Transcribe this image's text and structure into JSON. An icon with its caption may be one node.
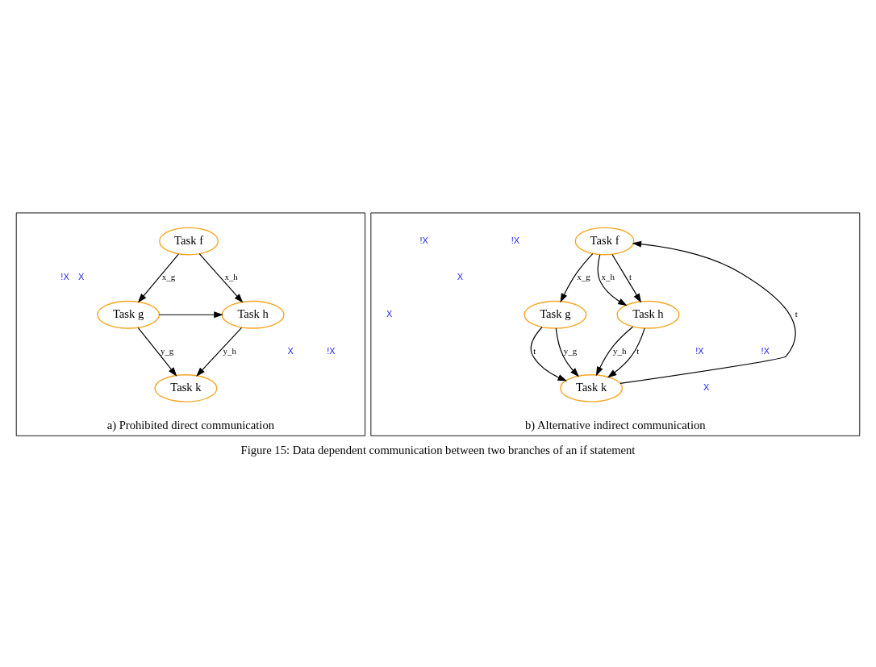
{
  "diagram": {
    "caption": "Figure 15: Data dependent communication between two branches of an if statement",
    "nodes": [
      {
        "text": [
          "a) Prohibited direct communication"
        ]
      },
      {
        "text": [
          "Task f"
        ],
        "in": 0
      },
      {
        "text": [
          "Task g"
        ],
        "in": 0
      },
      {
        "text": [
          "Task h"
        ],
        "in": 0
      },
      {
        "text": [
          "Task k"
        ],
        "in": 0
      },
      {
        "text": [
          "b) Alternative indirect communication"
        ]
      },
      {
        "text": [
          "Task f"
        ],
        "in": 5
      },
      {
        "text": [
          "Task g"
        ],
        "in": 5
      },
      {
        "text": [
          "Task h"
        ],
        "in": 5
      },
      {
        "text": [
          "Task k"
        ],
        "in": 5
      }
    ],
    "edges": [
      {
        "from": 1,
        "to": 2,
        "arrow": "to",
        "label": "x_g"
      },
      {
        "from": 1,
        "to": 3,
        "arrow": "to",
        "label": "x_h"
      },
      {
        "from": 2,
        "to": 3,
        "arrow": "to"
      },
      {
        "from": 2,
        "to": 4,
        "arrow": "to",
        "label": "y_g"
      },
      {
        "from": 3,
        "to": 4,
        "arrow": "to",
        "label": "y_h"
      },
      {
        "from": 6,
        "to": 7,
        "arrow": "to",
        "label": "x_g"
      },
      {
        "from": 6,
        "to": 8,
        "arrow": "to",
        "label": "x_h"
      },
      {
        "from": 6,
        "to": 8,
        "arrow": "to",
        "label": "t"
      },
      {
        "from": 7,
        "to": 9,
        "arrow": "to",
        "label": "t"
      },
      {
        "from": 7,
        "to": 9,
        "arrow": "to",
        "label": "y_g"
      },
      {
        "from": 8,
        "to": 9,
        "arrow": "to",
        "label": "y_h"
      },
      {
        "from": 8,
        "to": 9,
        "arrow": "to",
        "label": "t"
      },
      {
        "from": 9,
        "to": 6,
        "arrow": "to",
        "label": "t"
      }
    ],
    "labels": [
      "X",
      "!X",
      "X",
      "!X",
      "!X",
      "X",
      "!X",
      "!X",
      "X",
      "!X",
      "X"
    ]
  }
}
